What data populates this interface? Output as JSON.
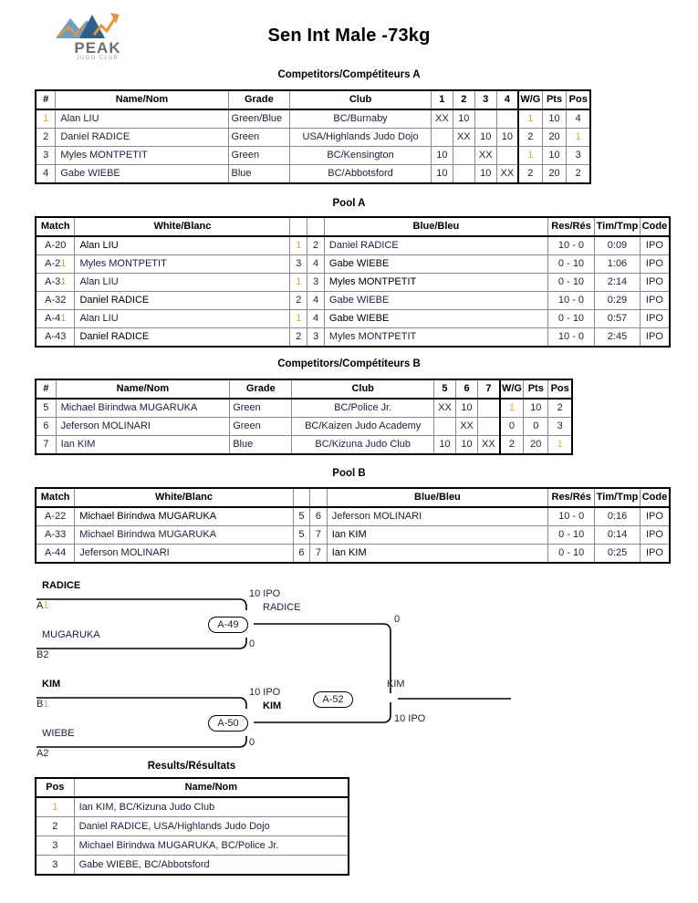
{
  "logo": {
    "brand": "PEAK",
    "sub": "JUDO CLUB"
  },
  "title": "Sen Int Male -73kg",
  "sections": {
    "competitors_a": "Competitors/Compétiteurs A",
    "pool_a": "Pool A",
    "competitors_b": "Competitors/Compétiteurs B",
    "pool_b": "Pool B",
    "results": "Results/Résultats"
  },
  "competitors_table": {
    "headers": [
      "#",
      "Name/Nom",
      "Grade",
      "Club",
      "W/G",
      "Pts",
      "Pos"
    ],
    "a": {
      "match_headers": [
        "1",
        "2",
        "3",
        "4"
      ],
      "rows": [
        {
          "num": "1",
          "name": "Alan LIU",
          "grade": "Green/Blue",
          "club": "BC/Burnaby",
          "results": [
            "XX",
            "10",
            "",
            ""
          ],
          "wg": "1",
          "pts": "10",
          "pos": "4"
        },
        {
          "num": "2",
          "name": "Daniel RADICE",
          "grade": "Green",
          "club": "USA/Highlands Judo Dojo",
          "results": [
            "",
            "XX",
            "10",
            "10"
          ],
          "wg": "2",
          "pts": "20",
          "pos": "1"
        },
        {
          "num": "3",
          "name": "Myles MONTPETIT",
          "grade": "Green",
          "club": "BC/Kensington",
          "results": [
            "10",
            "",
            "XX",
            ""
          ],
          "wg": "1",
          "pts": "10",
          "pos": "3"
        },
        {
          "num": "4",
          "name": "Gabe WIEBE",
          "grade": "Blue",
          "club": "BC/Abbotsford",
          "results": [
            "10",
            "",
            "10",
            "XX"
          ],
          "wg": "2",
          "pts": "20",
          "pos": "2"
        }
      ]
    },
    "b": {
      "match_headers": [
        "5",
        "6",
        "7"
      ],
      "rows": [
        {
          "num": "5",
          "name": "Michael Birindwa MUGARUKA",
          "grade": "Green",
          "club": "BC/Police Jr.",
          "results": [
            "XX",
            "10",
            ""
          ],
          "wg": "1",
          "pts": "10",
          "pos": "2"
        },
        {
          "num": "6",
          "name": "Jeferson MOLINARI",
          "grade": "Green",
          "club": "BC/Kaizen Judo Academy",
          "results": [
            "",
            "XX",
            ""
          ],
          "wg": "0",
          "pts": "0",
          "pos": "3"
        },
        {
          "num": "7",
          "name": "Ian KIM",
          "grade": "Blue",
          "club": "BC/Kizuna Judo Club",
          "results": [
            "10",
            "10",
            "XX"
          ],
          "wg": "2",
          "pts": "20",
          "pos": "1"
        }
      ]
    }
  },
  "pool_table": {
    "headers": [
      "Match",
      "White/Blanc",
      "",
      "",
      "Blue/Bleu",
      "Res/Rés",
      "Tim/Tmp",
      "Code"
    ],
    "a": {
      "rows": [
        {
          "match": "A-20",
          "white": "Alan LIU",
          "white_bold": true,
          "wnum": "1",
          "bnum": "2",
          "blue": "Daniel RADICE",
          "blue_bold": false,
          "res": "10 - 0",
          "tim": "0:09",
          "code": "IPO"
        },
        {
          "match": "A-21",
          "white": "Myles MONTPETIT",
          "white_bold": false,
          "wnum": "3",
          "bnum": "4",
          "blue": "Gabe WIEBE",
          "blue_bold": true,
          "res": "0 - 10",
          "tim": "1:06",
          "code": "IPO"
        },
        {
          "match": "A-31",
          "white": "Alan LIU",
          "white_bold": false,
          "wnum": "1",
          "bnum": "3",
          "blue": "Myles MONTPETIT",
          "blue_bold": true,
          "res": "0 - 10",
          "tim": "2:14",
          "code": "IPO"
        },
        {
          "match": "A-32",
          "white": "Daniel RADICE",
          "white_bold": true,
          "wnum": "2",
          "bnum": "4",
          "blue": "Gabe WIEBE",
          "blue_bold": false,
          "res": "10 - 0",
          "tim": "0:29",
          "code": "IPO"
        },
        {
          "match": "A-41",
          "white": "Alan LIU",
          "white_bold": false,
          "wnum": "1",
          "bnum": "4",
          "blue": "Gabe WIEBE",
          "blue_bold": true,
          "res": "0 - 10",
          "tim": "0:57",
          "code": "IPO"
        },
        {
          "match": "A-43",
          "white": "Daniel RADICE",
          "white_bold": true,
          "wnum": "2",
          "bnum": "3",
          "blue": "Myles MONTPETIT",
          "blue_bold": false,
          "res": "10 - 0",
          "tim": "2:45",
          "code": "IPO"
        }
      ]
    },
    "b": {
      "rows": [
        {
          "match": "A-22",
          "white": "Michael Birindwa MUGARUKA",
          "white_bold": true,
          "wnum": "5",
          "bnum": "6",
          "blue": "Jeferson MOLINARI",
          "blue_bold": false,
          "res": "10 - 0",
          "tim": "0:16",
          "code": "IPO"
        },
        {
          "match": "A-33",
          "white": "Michael Birindwa MUGARUKA",
          "white_bold": false,
          "wnum": "5",
          "bnum": "7",
          "blue": "Ian KIM",
          "blue_bold": true,
          "res": "0 - 10",
          "tim": "0:14",
          "code": "IPO"
        },
        {
          "match": "A-44",
          "white": "Jeferson MOLINARI",
          "white_bold": false,
          "wnum": "6",
          "bnum": "7",
          "blue": "Ian KIM",
          "blue_bold": true,
          "res": "0 - 10",
          "tim": "0:25",
          "code": "IPO"
        }
      ]
    }
  },
  "bracket": {
    "semi1": {
      "badge": "A-49",
      "top_name": "RADICE",
      "top_seed": "A1",
      "top_score": "10 IPO",
      "bottom_name": "MUGARUKA",
      "bottom_seed": "B2",
      "bottom_score": "0",
      "winner": "RADICE"
    },
    "semi2": {
      "badge": "A-50",
      "top_name": "KIM",
      "top_seed": "B1",
      "top_score": "10 IPO",
      "bottom_name": "WIEBE",
      "bottom_seed": "A2",
      "bottom_score": "0",
      "winner": "KIM"
    },
    "final": {
      "badge": "A-52",
      "top_score": "0",
      "bottom_score": "10 IPO",
      "winner": "KIM"
    }
  },
  "results_table": {
    "headers": [
      "Pos",
      "Name/Nom"
    ],
    "rows": [
      {
        "pos": "1",
        "name": "Ian KIM, BC/Kizuna Judo Club"
      },
      {
        "pos": "2",
        "name": "Daniel RADICE, USA/Highlands Judo Dojo"
      },
      {
        "pos": "3",
        "name": "Michael Birindwa MUGARUKA, BC/Police Jr."
      },
      {
        "pos": "3",
        "name": "Gabe WIEBE, BC/Abbotsford"
      }
    ]
  },
  "colors": {
    "accent_one": "#e8a33d",
    "text": "#1d1d3b",
    "border": "#000000"
  }
}
